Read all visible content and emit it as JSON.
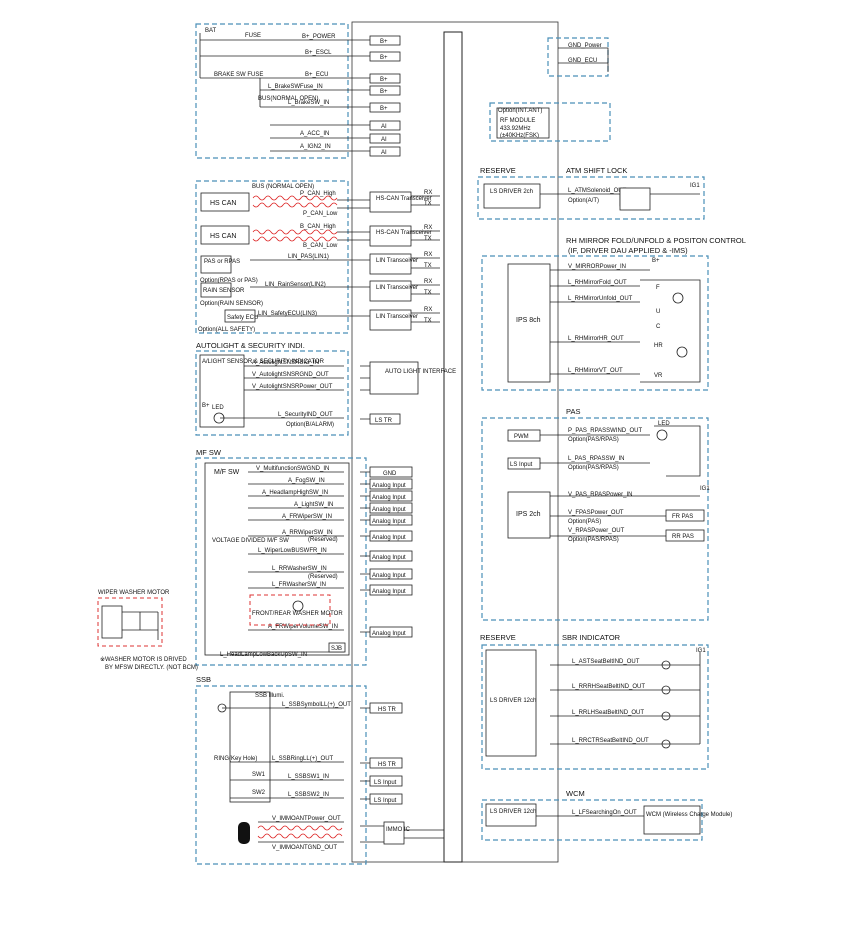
{
  "power": {
    "bat": "BAT",
    "fuse": "FUSE",
    "brake_fuse": "BRAKE SW FUSE",
    "bus_switch": "BUS(NORMAL OPEN)",
    "signals": [
      "B+_POWER",
      "B+_ESCL",
      "B+_ECU",
      "L_BrakeSWFuse_IN",
      "L_BrakeSW_IN",
      "A_ACC_IN",
      "A_IGN2_IN"
    ],
    "outputs": [
      "B+",
      "B+",
      "B+",
      "B+",
      "B+",
      "AI",
      "AI"
    ]
  },
  "ground": {
    "gnd_power": "GND_Power",
    "gnd_ecu": "GND_ECU"
  },
  "option_antenna": {
    "label": "Option(INT.ANT)",
    "module": "RF MODULE",
    "freq1": "433.92MHz",
    "freq2": "(±40KHz(FSK)"
  },
  "can": {
    "hs_can": "HS CAN",
    "bus_label": "BUS (NORMAL OPEN)",
    "p_high": "P_CAN_High",
    "p_low": "P_CAN_Low",
    "b_high": "B_CAN_High",
    "b_low": "B_CAN_Low",
    "transceiver": "HS-CAN Transceiver",
    "rx": "RX",
    "tx": "TX"
  },
  "lin": {
    "pas": "PAS or RPAS",
    "pas_opt": "Option(RPAS or PAS)",
    "lin1": "LIN_PAS(LIN1)",
    "rain": "RAIN SENSOR",
    "rain_opt": "Option(RAIN SENSOR)",
    "lin2": "LIN_RainSensor(LIN2)",
    "safety": "Safety ECU",
    "lin3": "LIN_SafetyECU(LIN3)",
    "safety_opt": "Option(ALL SAFETY)",
    "transceiver": "LIN Transceiver"
  },
  "autolight": {
    "header": "AUTOLIGHT & SECURITY INDI.",
    "sensor": "A/LIGHT SENSOR & SECURITY INDICATOR",
    "signals": [
      "A_AutolightSNSRSIG_IN",
      "V_AutolightSNSRGND_OUT",
      "V_AutolightSNSRPower_OUT"
    ],
    "interface": "AUTO LIGHT INTERFACE",
    "bplus": "B+",
    "led": "LED",
    "security": "L_SecurityIND_OUT",
    "security_opt": "Option(B/ALARM)",
    "ls_tr": "LS TR"
  },
  "mfsw": {
    "header": "MF SW",
    "title": "M/F SW",
    "divided": "VOLTAGE DIVIDED M/F SW",
    "signals": [
      "V_MultifunctionSWGND_IN",
      "A_FogSW_IN",
      "A_HeadlampHighSW_IN",
      "A_LightSW_IN",
      "A_FRWiperSW_IN",
      "A_RRWiperSW_IN",
      "L_WiperLowBUSWFR_IN",
      "L_RRWasherSW_IN",
      "L_FRWasherSW_IN",
      "A_FRWiperVolumeSW_IN",
      "L_HeadLampLowBackUpSW_IN"
    ],
    "reserved": "(Reserved)",
    "outputs": [
      "GND",
      "Analog Input",
      "Analog Input",
      "Analog Input",
      "Analog Input",
      "Analog Input",
      "Analog Input",
      "Analog Input",
      "Analog Input",
      "Analog Input"
    ],
    "washer_motor": "FRONT/REAR WASHER MOTOR",
    "sjb": "SJB",
    "wiper_motor": "WIPER WASHER MOTOR",
    "note1": "※WASHER MOTOR IS DRIVED",
    "note2": "BY MFSW DIRECTLY. (NOT BCM)"
  },
  "ssb": {
    "header": "SSB",
    "illumi": "SSB Illumi.",
    "ring": "RING(Key Hole)",
    "sw1": "SW1",
    "sw2": "SW2",
    "signals": [
      "L_SSBSymbolLL(+)_OUT",
      "L_SSBRingLL(+)_OUT",
      "L_SSBSW1_IN",
      "L_SSBSW2_IN",
      "V_IMMOANTPower_OUT",
      "V_IMMOANTGND_OUT"
    ],
    "outputs": [
      "HS TR",
      "HS TR",
      "LS Input",
      "LS Input"
    ],
    "immo": "IMMO IC"
  },
  "right": {
    "reserve": "RESERVE",
    "atm": "ATM SHIFT LOCK",
    "ls_driver_2": "LS DRIVER 2ch",
    "atm_signal": "L_ATMSolenoid_OUT",
    "atm_opt": "Option(A/T)",
    "ig1": "IG1",
    "mirror_title": "RH MIRROR FOLD/UNFOLD & POSITON CONTROL",
    "mirror_sub": "(IF, DRIVER DAU APPLIED & -IMS)",
    "ips8": "IPS 8ch",
    "mirror_signals": [
      "V_MIRRORPower_IN",
      "L_RHMirrorFold_OUT",
      "L_RHMirrorUnfold_OUT",
      "L_RHMirrorHR_OUT",
      "L_RHMirrorVT_OUT"
    ],
    "bplus": "B+",
    "mirror_labels": [
      "F",
      "U",
      "C",
      "HR",
      "VR"
    ],
    "pas_header": "PAS",
    "pwm": "PWM",
    "ls_input": "LS Input",
    "pas_signals": [
      "P_PAS_RPASSWIND_OUT",
      "L_PAS_RPASSW_IN",
      "V_PAS_RPASPower_IN",
      "V_FPASPower_OUT",
      "V_RPASPower_OUT"
    ],
    "pas_opts": [
      "Option(PAS/RPAS)",
      "Option(PAS/RPAS)",
      "Option(PAS)",
      "Option(PAS/RPAS)"
    ],
    "ips2": "IPS 2ch",
    "fr_pas": "FR PAS",
    "rr_pas": "RR PAS",
    "led": "LED",
    "reserve2": "RESERVE",
    "sbr": "SBR INDICATOR",
    "ls_driver_12": "LS DRIVER 12ch",
    "sbr_signals": [
      "L_ASTSeatBeltIND_OUT",
      "L_RRRHSeatBeltIND_OUT",
      "L_RRLHSeatBeltIND_OUT",
      "L_RRCTRSeatBeltIND_OUT"
    ],
    "wcm_header": "WCM",
    "wcm_signal": "L_LFSearchingOn_OUT",
    "wcm_box": "WCM (Wireless Charge Module)"
  }
}
